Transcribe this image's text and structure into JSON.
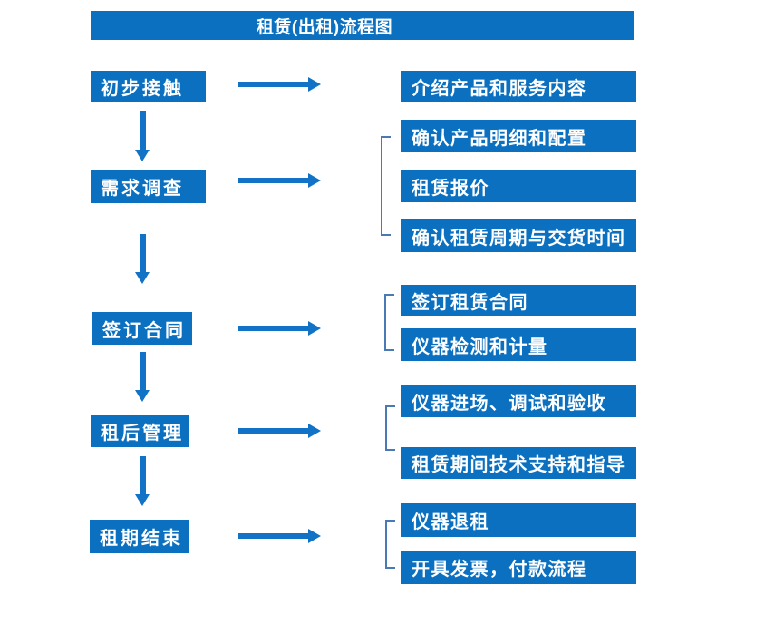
{
  "title": "租赁(出租)流程图",
  "colors": {
    "primary": "#0b70c0",
    "arrow": "#1272c5",
    "bracket": "#4a7ab5",
    "box-text": "#ffffff",
    "background": "#ffffff"
  },
  "flow": {
    "steps": [
      {
        "label": "初步接触",
        "details": [
          "介绍产品和服务内容"
        ]
      },
      {
        "label": "需求调查",
        "details": [
          "确认产品明细和配置",
          "租赁报价",
          "确认租赁周期与交货时间"
        ]
      },
      {
        "label": "签订合同",
        "details": [
          "签订租赁合同",
          "仪器检测和计量"
        ]
      },
      {
        "label": "租后管理",
        "details": [
          "仪器进场、调试和验收",
          "租赁期间技术支持和指导"
        ]
      },
      {
        "label": "租期结束",
        "details": [
          "仪器退租",
          "开具发票，付款流程"
        ]
      }
    ]
  }
}
